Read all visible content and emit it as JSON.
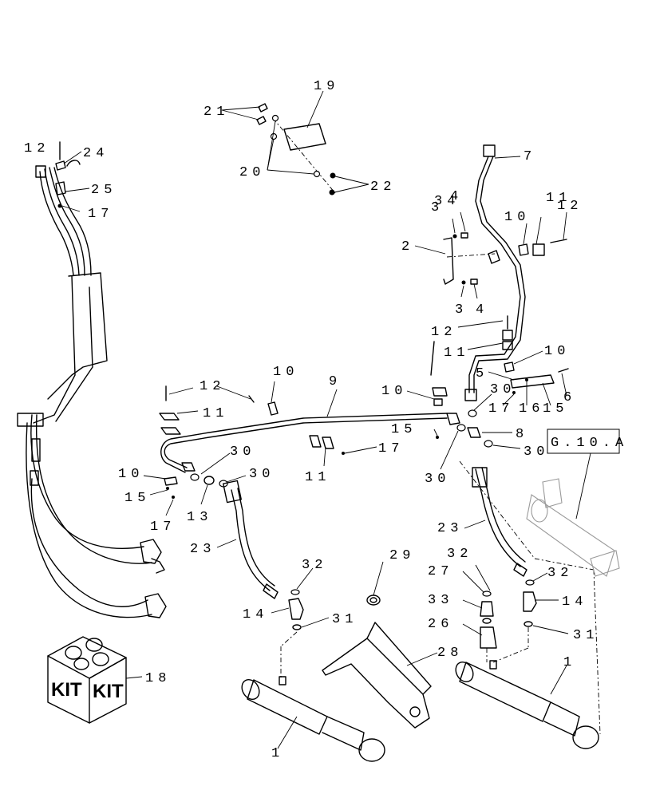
{
  "callouts": {
    "c1a": "1",
    "c1b": "1",
    "c2": "2",
    "c3a": "3",
    "c3b": "3",
    "c4a": "4",
    "c4b": "4",
    "c5": "5",
    "c6": "6",
    "c7": "7",
    "c8": "8",
    "c9": "9",
    "c10a": "10",
    "c10b": "10",
    "c10c": "10",
    "c10d": "10",
    "c10e": "10",
    "c11a": "11",
    "c11b": "11",
    "c11c": "11",
    "c11d": "11",
    "c12a": "12",
    "c12b": "12",
    "c12c": "12",
    "c12d": "12",
    "c13": "13",
    "c14a": "14",
    "c14b": "14",
    "c15a": "15",
    "c15b": "15",
    "c15c": "15",
    "c16": "16",
    "c17a": "17",
    "c17b": "17",
    "c17c": "17",
    "c17d": "17",
    "c18": "18",
    "c19": "19",
    "c20": "20",
    "c21": "21",
    "c22": "22",
    "c23a": "23",
    "c23b": "23",
    "c24": "24",
    "c25": "25",
    "c26": "26",
    "c27": "27",
    "c28": "28",
    "c29": "29",
    "c30a": "30",
    "c30b": "30",
    "c30c": "30",
    "c30d": "30",
    "c30e": "30",
    "c31a": "31",
    "c31b": "31",
    "c32a": "32",
    "c32b": "32",
    "c33": "33",
    "c34": "34"
  },
  "reference_box": "G.10.A",
  "kit_label": "KIT"
}
